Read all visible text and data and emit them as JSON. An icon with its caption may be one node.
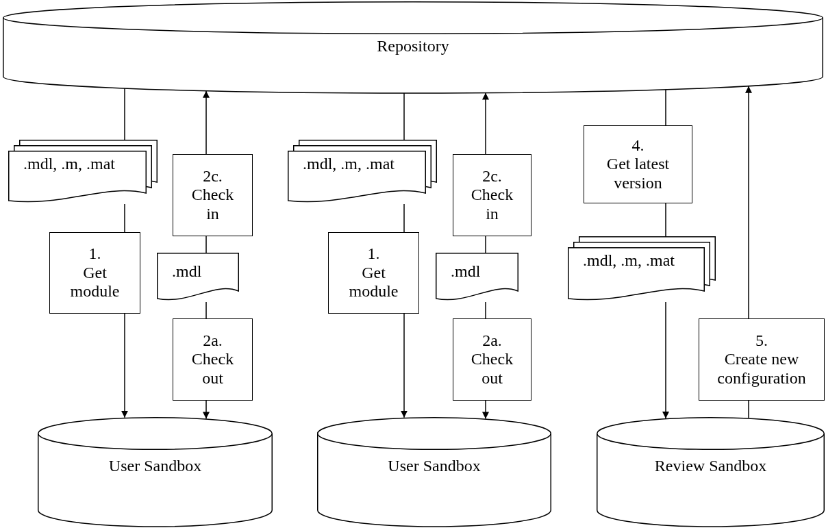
{
  "diagram": {
    "nodes": [
      {
        "text": [
          "Repository"
        ]
      },
      {
        "text": [
          ".mdl, .m, .mat"
        ]
      },
      {
        "text": [
          "1.",
          "Get module"
        ]
      },
      {
        "text": [
          "2c.",
          "Check in"
        ]
      },
      {
        "text": [
          ".mdl"
        ]
      },
      {
        "text": [
          "2a.",
          "Check out"
        ]
      },
      {
        "text": [
          ".mdl, .m, .mat"
        ]
      },
      {
        "text": [
          "1.",
          "Get module"
        ]
      },
      {
        "text": [
          "2c.",
          "Check in"
        ]
      },
      {
        "text": [
          ".mdl"
        ]
      },
      {
        "text": [
          "2a.",
          "Check out"
        ]
      },
      {
        "text": [
          "4.",
          "Get latest version"
        ]
      },
      {
        "text": [
          ".mdl, .m, .mat"
        ]
      },
      {
        "text": [
          "5.",
          "Create new configuration"
        ]
      },
      {
        "text": [
          "User Sandbox"
        ]
      },
      {
        "text": [
          "User Sandbox"
        ]
      },
      {
        "text": [
          "Review Sandbox"
        ]
      }
    ],
    "edges": [
      {
        "from": 0,
        "to": 1,
        "arrow": "none"
      },
      {
        "from": 1,
        "to": 2,
        "arrow": "none"
      },
      {
        "from": 2,
        "to": 14,
        "arrow": "to"
      },
      {
        "from": 5,
        "to": 14,
        "arrow": "to"
      },
      {
        "from": 5,
        "to": 4,
        "arrow": "none"
      },
      {
        "from": 4,
        "to": 3,
        "arrow": "none"
      },
      {
        "from": 3,
        "to": 0,
        "arrow": "to"
      },
      {
        "from": 0,
        "to": 6,
        "arrow": "none"
      },
      {
        "from": 6,
        "to": 7,
        "arrow": "none"
      },
      {
        "from": 7,
        "to": 15,
        "arrow": "to"
      },
      {
        "from": 10,
        "to": 15,
        "arrow": "to"
      },
      {
        "from": 10,
        "to": 9,
        "arrow": "none"
      },
      {
        "from": 9,
        "to": 8,
        "arrow": "none"
      },
      {
        "from": 8,
        "to": 0,
        "arrow": "to"
      },
      {
        "from": 0,
        "to": 11,
        "arrow": "none"
      },
      {
        "from": 11,
        "to": 12,
        "arrow": "none"
      },
      {
        "from": 12,
        "to": 16,
        "arrow": "to"
      },
      {
        "from": 16,
        "to": 13,
        "arrow": "none"
      },
      {
        "from": 13,
        "to": 0,
        "arrow": "to"
      }
    ]
  }
}
